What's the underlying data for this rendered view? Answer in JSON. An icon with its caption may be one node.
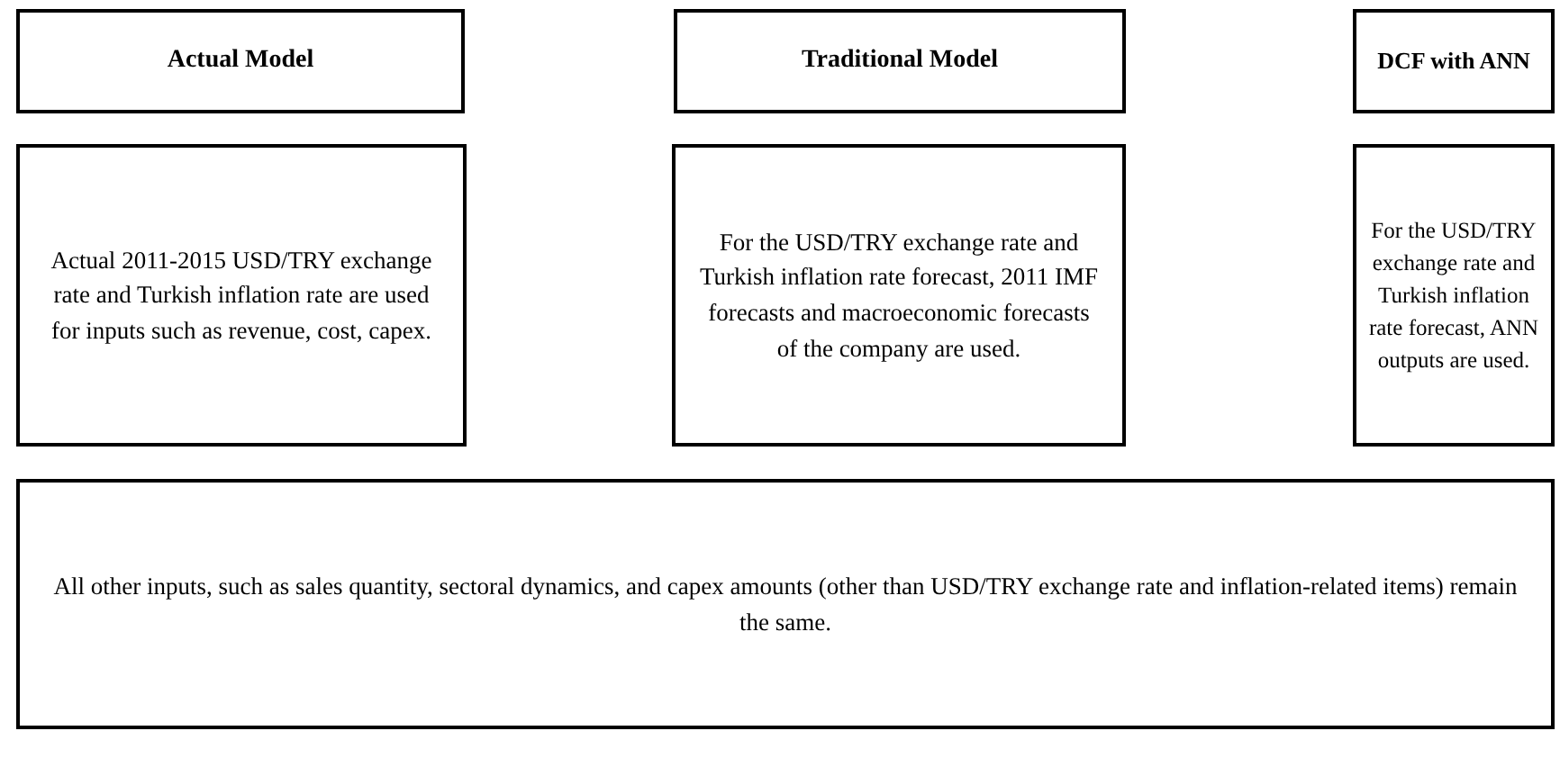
{
  "diagram": {
    "nodes": [
      {
        "text": [
          "Actual Model"
        ]
      },
      {
        "text": [
          "Traditional Model"
        ]
      },
      {
        "text": [
          "DCF with ANN"
        ]
      },
      {
        "text": [
          "Actual 2011-2015 USD/TRY exchange rate and Turkish inflation rate are used for inputs such as revenue, cost, capex."
        ]
      },
      {
        "text": [
          "For the USD/TRY exchange rate and Turkish inflation rate forecast, 2011 IMF forecasts and macroeconomic forecasts of the company are used."
        ]
      },
      {
        "text": [
          "For the USD/TRY exchange rate and Turkish inflation rate forecast, ANN outputs are used."
        ]
      },
      {
        "text": [
          "All other inputs, such as sales quantity, sectoral dynamics, and capex amounts (other than USD/TRY exchange rate and inflation-related items) remain the same."
        ]
      }
    ]
  }
}
